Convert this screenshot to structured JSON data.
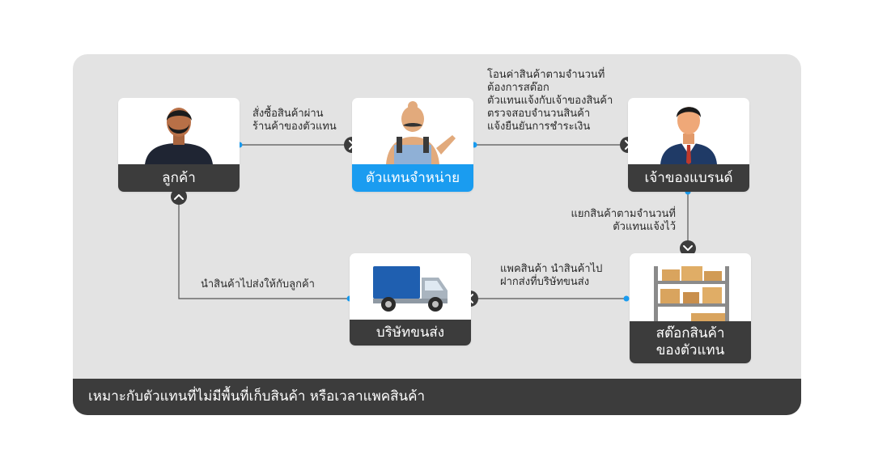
{
  "nodes": {
    "customer": {
      "label": "ลูกค้า"
    },
    "dealer": {
      "label": "ตัวแทนจำหน่าย"
    },
    "brand_owner": {
      "label": "เจ้าของแบรนด์"
    },
    "dealer_stock": {
      "label_line1": "สต๊อกสินค้า",
      "label_line2": "ของตัวแทน"
    },
    "shipping_company": {
      "label": "บริษัทขนส่ง"
    }
  },
  "edges": {
    "customer_to_dealer": {
      "line1": "สั่งซื้อสินค้าผ่าน",
      "line2": "ร้านค้าของตัวแทน"
    },
    "dealer_to_brand": {
      "line1": "โอนค่าสินค้าตามจำนวนที่",
      "line2": "ต้องการสต๊อก",
      "line3": "ตัวแทนแจ้งกับเจ้าของสินค้า",
      "line4": "ตรวจสอบจำนวนสินค้า",
      "line5": "แจ้งยืนยันการชำระเงิน"
    },
    "brand_to_stock": {
      "line1": "แยกสินค้าตามจำนวนที่",
      "line2": "ตัวแทนแจ้งไว้"
    },
    "stock_to_shipping": {
      "line1": "แพคสินค้า นำสินค้าไป",
      "line2": "ฝากส่งที่บริษัทขนส่ง"
    },
    "shipping_to_customer": {
      "line1": "นำสินค้าไปส่งให้กับลูกค้า"
    }
  },
  "footer": {
    "text": "เหมาะกับตัวแทนที่ไม่มีพื้นที่เก็บสินค้า หรือเวลาแพคสินค้า"
  },
  "colors": {
    "accent_blue": "#1a9cf0",
    "dark": "#3c3c3c",
    "panel": "#e3e3e3"
  }
}
